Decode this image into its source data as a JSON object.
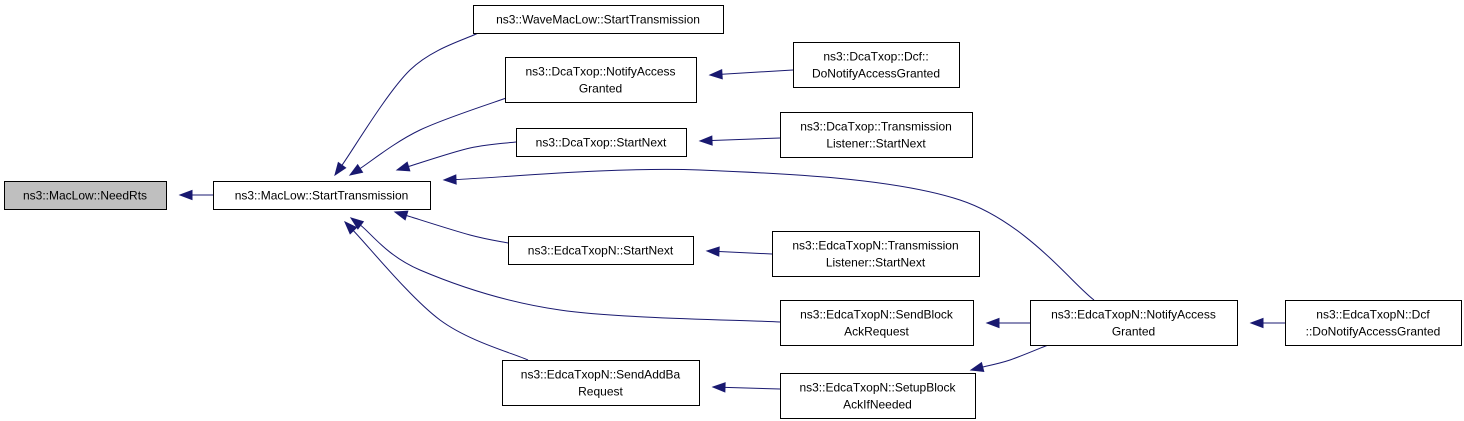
{
  "colors": {
    "edge": "#191970",
    "root_fill": "#bfbfbf",
    "node_fill": "#ffffff",
    "node_stroke": "#000000"
  },
  "nodes": [
    {
      "id": "need_rts",
      "lines": [
        "ns3::MacLow::NeedRts"
      ]
    },
    {
      "id": "mac_start",
      "lines": [
        "ns3::MacLow::StartTransmission"
      ]
    },
    {
      "id": "wave_start",
      "lines": [
        "ns3::WaveMacLow::StartTransmission"
      ]
    },
    {
      "id": "dca_notify",
      "lines": [
        "ns3::DcaTxop::NotifyAccess",
        "Granted"
      ]
    },
    {
      "id": "dca_dcf_notify",
      "lines": [
        "ns3::DcaTxop::Dcf::",
        "DoNotifyAccessGranted"
      ]
    },
    {
      "id": "dca_startnext",
      "lines": [
        "ns3::DcaTxop::StartNext"
      ]
    },
    {
      "id": "dca_tl_startnext",
      "lines": [
        "ns3::DcaTxop::Transmission",
        "Listener::StartNext"
      ]
    },
    {
      "id": "edca_startnext",
      "lines": [
        "ns3::EdcaTxopN::StartNext"
      ]
    },
    {
      "id": "edca_tl_startnext",
      "lines": [
        "ns3::EdcaTxopN::Transmission",
        "Listener::StartNext"
      ]
    },
    {
      "id": "edca_sendblock",
      "lines": [
        "ns3::EdcaTxopN::SendBlock",
        "AckRequest"
      ]
    },
    {
      "id": "edca_notify",
      "lines": [
        "ns3::EdcaTxopN::NotifyAccess",
        "Granted"
      ]
    },
    {
      "id": "edca_dcf_notify",
      "lines": [
        "ns3::EdcaTxopN::Dcf",
        "::DoNotifyAccessGranted"
      ]
    },
    {
      "id": "edca_sendaddba",
      "lines": [
        "ns3::EdcaTxopN::SendAddBa",
        "Request"
      ]
    },
    {
      "id": "edca_setupblock",
      "lines": [
        "ns3::EdcaTxopN::SetupBlock",
        "AckIfNeeded"
      ]
    }
  ],
  "edges": [
    {
      "from": "mac_start",
      "to": "need_rts"
    },
    {
      "from": "wave_start",
      "to": "mac_start"
    },
    {
      "from": "dca_notify",
      "to": "mac_start"
    },
    {
      "from": "dca_startnext",
      "to": "mac_start"
    },
    {
      "from": "edca_notify",
      "to": "mac_start"
    },
    {
      "from": "edca_startnext",
      "to": "mac_start"
    },
    {
      "from": "edca_sendblock",
      "to": "mac_start"
    },
    {
      "from": "edca_sendaddba",
      "to": "mac_start"
    },
    {
      "from": "dca_dcf_notify",
      "to": "dca_notify"
    },
    {
      "from": "dca_tl_startnext",
      "to": "dca_startnext"
    },
    {
      "from": "edca_tl_startnext",
      "to": "edca_startnext"
    },
    {
      "from": "edca_notify",
      "to": "edca_sendblock"
    },
    {
      "from": "edca_notify",
      "to": "edca_setupblock"
    },
    {
      "from": "edca_dcf_notify",
      "to": "edca_notify"
    },
    {
      "from": "edca_setupblock",
      "to": "edca_sendaddba"
    }
  ]
}
